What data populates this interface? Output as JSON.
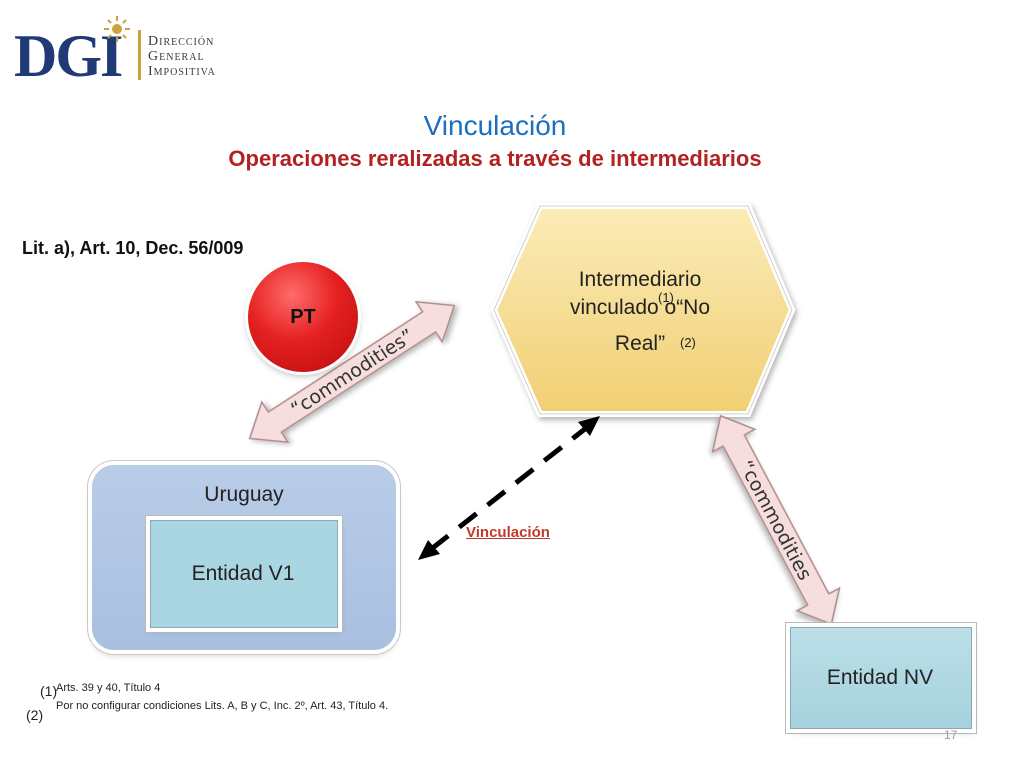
{
  "logo": {
    "mark": "DGI",
    "line1": "Dirección",
    "line2": "General",
    "line3": "Impositiva"
  },
  "title": "Vinculación",
  "subtitle": "Operaciones reralizadas a través de intermediarios",
  "legal_reference": "Lit. a), Art. 10, Dec. 56/009",
  "nodes": {
    "pt": "PT",
    "intermediary": {
      "line1": "Intermediario",
      "line2": "vinculado o“No",
      "line3": "Real”",
      "footnote_mark_1": "(1)",
      "footnote_mark_2": "(2)"
    },
    "uruguay": "Uruguay",
    "entidad_v1": "Entidad V1",
    "entidad_nv": "Entidad NV"
  },
  "edges": {
    "commodities_left": "“commodities”",
    "commodities_right": "“commodities",
    "vinculacion": "Vinculación"
  },
  "footnotes": [
    {
      "mark": "(1)",
      "text": "Arts. 39 y 40, Título 4"
    },
    {
      "mark": "(2)",
      "text": "Por no configurar condiciones Lits. A, B y C, Inc. 2º, Art. 43, Título 4."
    }
  ],
  "page_number": "17",
  "colors": {
    "title": "#1a6fc0",
    "subtitle": "#b22222",
    "pt_circle": "#e52020",
    "hexagon": "#f5d98a",
    "uruguay_box": "#b9cde8",
    "entity_box": "#a9d6e0",
    "arrow_fill": "#f6dede",
    "vinculacion_label": "#c0392b"
  }
}
